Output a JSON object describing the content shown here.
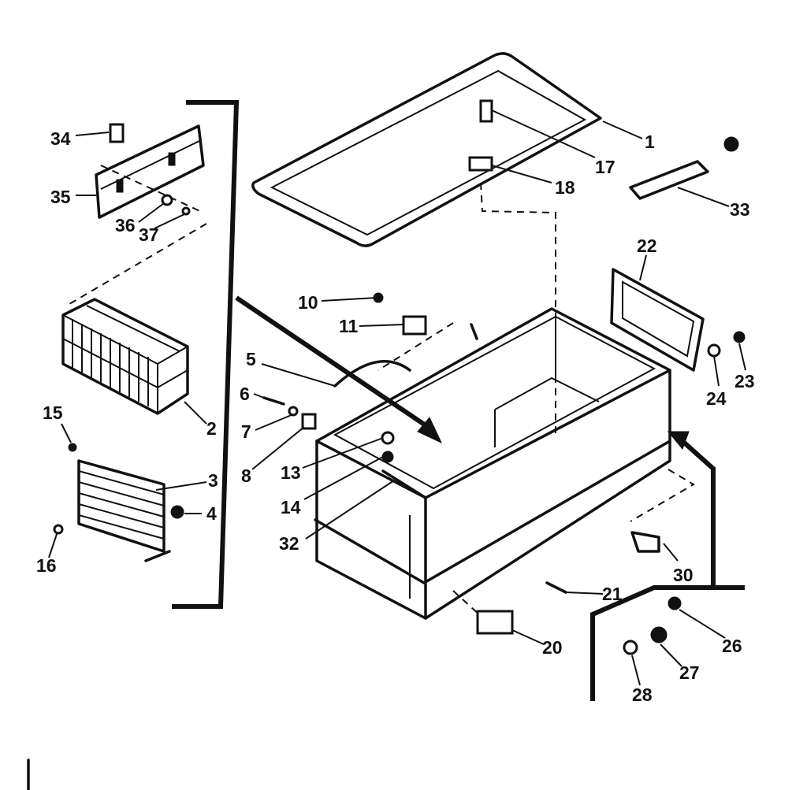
{
  "callouts": {
    "c1": "1",
    "c2": "2",
    "c3": "3",
    "c4": "4",
    "c5": "5",
    "c6": "6",
    "c7": "7",
    "c8": "8",
    "c10": "10",
    "c11": "11",
    "c13": "13",
    "c14": "14",
    "c15": "15",
    "c16": "16",
    "c17": "17",
    "c18": "18",
    "c20": "20",
    "c21": "21",
    "c22": "22",
    "c23": "23",
    "c24": "24",
    "c26": "26",
    "c27": "27",
    "c28": "28",
    "c30": "30",
    "c32": "32",
    "c33": "33",
    "c34": "34",
    "c35": "35",
    "c36": "36",
    "c37": "37"
  },
  "colors": {
    "ink": "#111111",
    "paper": "#ffffff"
  },
  "icons": {
    "arrow": "filled-arrowhead",
    "screw": "screw-part",
    "bolt": "bolt-part"
  }
}
